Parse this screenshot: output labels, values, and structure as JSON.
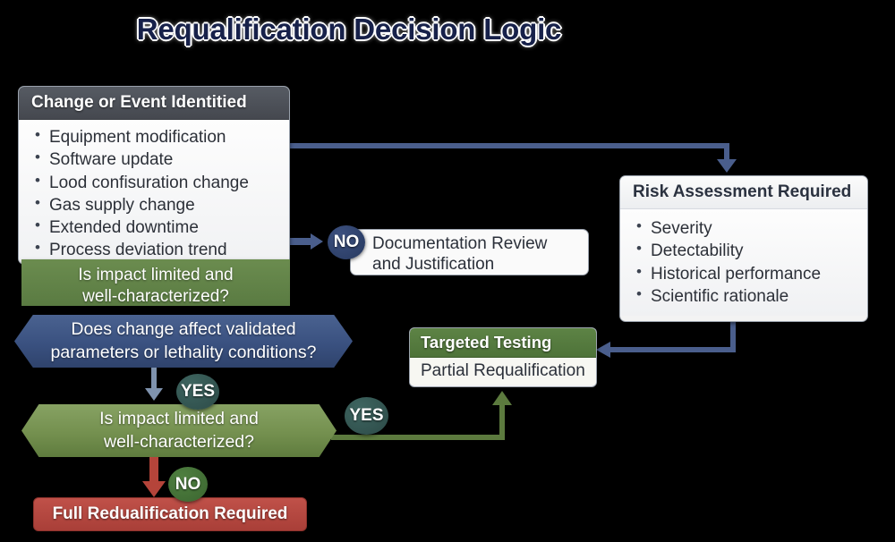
{
  "title": "Requalification Decision Logic",
  "colors": {
    "background": "#000000",
    "title": "#17214a",
    "blue_connector": "#4a5e8c",
    "green_connector": "#5c7a3e",
    "red_connector": "#b5443a",
    "gray_connector": "#7f93ae",
    "header_dark": "#4e525a",
    "header_green": "#55793f",
    "green_band": "#617f46",
    "hex_blue": "#3a5180",
    "hex_green": "#77944f",
    "red_box": "#b5453d"
  },
  "nodes": {
    "change_event": {
      "header": "Change or Event Identitied",
      "bullets": [
        "Equipment modification",
        "Software update",
        "Lood confisuration change",
        "Gas supply change",
        "Extended downtime",
        "Process deviation trend"
      ]
    },
    "impact_band": {
      "line1": "Is impact limited and",
      "line2": "well-characterized?"
    },
    "validated_params": {
      "line1": "Does change affect validated",
      "line2": "parameters or lethality conditions?"
    },
    "impact_hex": {
      "line1": "Is impact limited and",
      "line2": "well-characterized?"
    },
    "documentation": {
      "line1": "Documentation Review",
      "line2": "and Justification"
    },
    "risk_assessment": {
      "header": "Risk Assessment Required",
      "bullets": [
        "Severity",
        "Detectability",
        "Historical performance",
        "Scientific rationale"
      ]
    },
    "targeted_testing": {
      "header": "Targeted Testing",
      "body": "Partial Requalification"
    },
    "full_requal": {
      "label": "Full Redualification Required"
    }
  },
  "badges": {
    "no_documentation": "NO",
    "yes_validated": "YES",
    "yes_targeted": "YES",
    "no_full_requal": "NO"
  }
}
